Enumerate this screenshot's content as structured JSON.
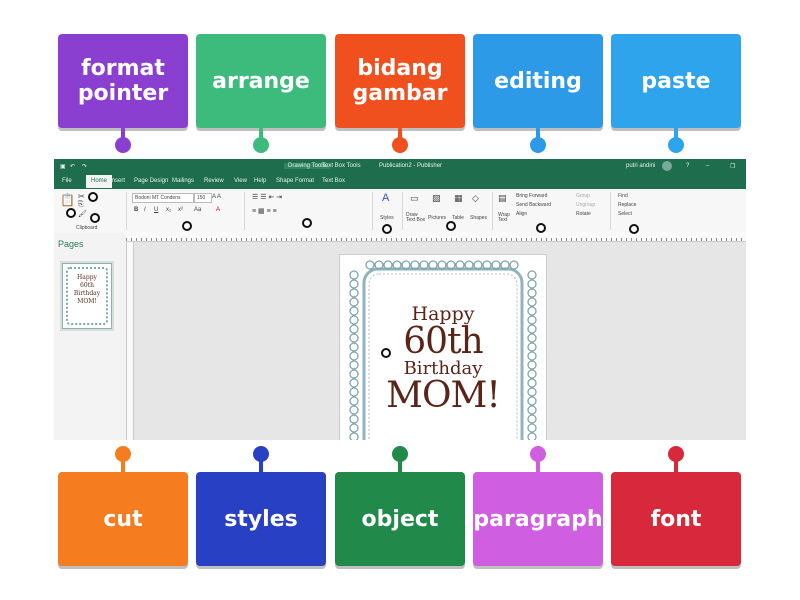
{
  "labels_top": [
    {
      "text": "format\npointer",
      "color": "#8a3fd1",
      "knob": "#8a3fd1"
    },
    {
      "text": "arrange",
      "color": "#3dbb7c",
      "knob": "#3dbb7c"
    },
    {
      "text": "bidang\ngambar",
      "color": "#f0501d",
      "knob": "#f0501d"
    },
    {
      "text": "editing",
      "color": "#2d9ae8",
      "knob": "#2d9ae8"
    },
    {
      "text": "paste",
      "color": "#2da4ec",
      "knob": "#2da4ec"
    }
  ],
  "labels_bottom": [
    {
      "text": "cut",
      "color": "#f57c1f",
      "knob": "#f57c1f"
    },
    {
      "text": "styles",
      "color": "#2740c4",
      "knob": "#2740c4"
    },
    {
      "text": "object",
      "color": "#21894a",
      "knob": "#21894a"
    },
    {
      "text": "paragraph",
      "color": "#cf5fe0",
      "knob": "#cf5fe0"
    },
    {
      "text": "font",
      "color": "#d8283b",
      "knob": "#d8283b"
    }
  ],
  "app": {
    "title": "Publication2 - Publisher",
    "drawing_tools": "Drawing Tools",
    "textbox_tools": "Text Box Tools",
    "user": "putri andini",
    "help": "?",
    "tabs": [
      "File",
      "Home",
      "Insert",
      "Page Design",
      "Mailings",
      "Review",
      "View",
      "Help",
      "Shape Format",
      "Text Box"
    ],
    "font_name": "Bodoni MT Condens",
    "font_size": "150",
    "clipboard": "Clipboard",
    "styles": "Styles",
    "draw_text_box": "Draw\nText Box",
    "pictures": "Pictures",
    "table": "Table",
    "shapes": "Shapes",
    "wrap_text": "Wrap\nText",
    "bring_forward": "Bring Forward",
    "send_backward": "Send Backward",
    "align": "Align",
    "group": "Group",
    "ungroup": "Ungroup",
    "rotate": "Rotate",
    "find": "Find",
    "replace": "Replace",
    "select": "Select",
    "pages": "Pages",
    "thumb_text": "Happy\n60th\nBirthday\nMOM!"
  },
  "card": {
    "line1": "Happy",
    "line2": "60th",
    "line3": "Birthday",
    "line4": "MOM!"
  }
}
